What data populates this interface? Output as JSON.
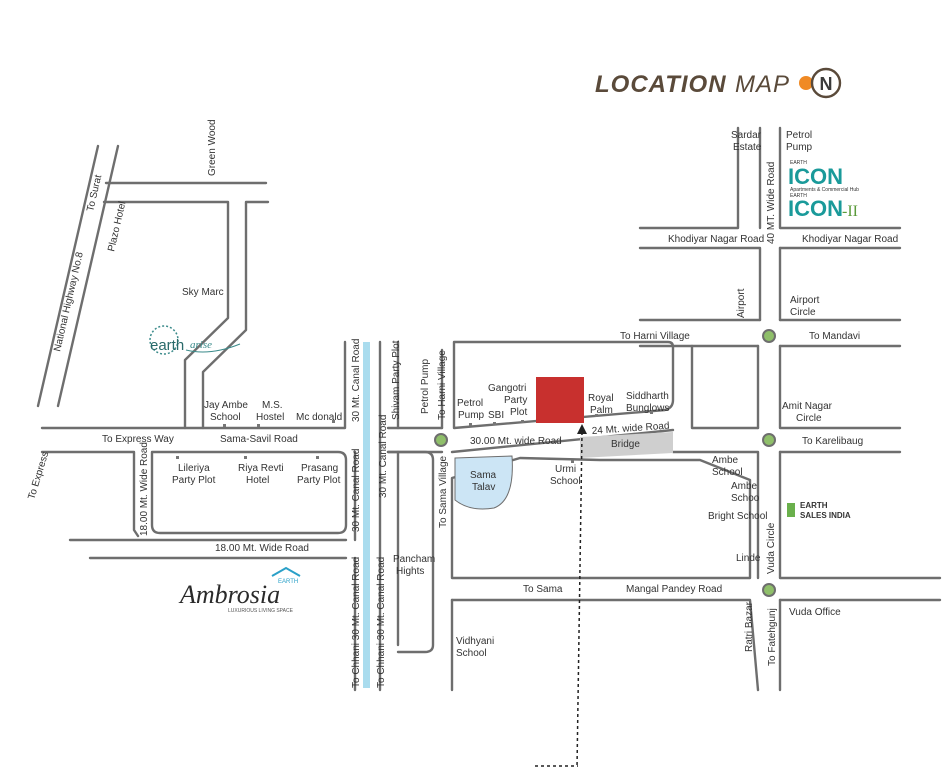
{
  "title": {
    "bold": "LOCATION",
    "light": "MAP",
    "north_letter": "N"
  },
  "colors": {
    "site": "#c8302e",
    "canal": "#aadcee",
    "bridge": "#cfcfcf",
    "lake": "#cce5f5",
    "road": "#6e6e6e",
    "earth_sales": "#6ab04c",
    "brand": "#1a9a9a"
  },
  "labels": {
    "to_surat": "To Surat",
    "nh8": "National Highway No.8",
    "plazo_hotel": "Plazo Hotel",
    "green_wood": "Green Wood",
    "sky_marc": "Sky Marc",
    "jay_ambe_school": [
      "Jay Ambe",
      "School"
    ],
    "ms_hostel": [
      "M.S.",
      "Hostel"
    ],
    "mc_donald": "Mc donald",
    "to_express_way": "To Express Way",
    "sama_savil_road": "Sama-Savil Road",
    "to_express": "To Express",
    "wide_18_vertical": "18.00 Mt. Wide Road",
    "wide_18_horizontal": "18.00 Mt. Wide Road",
    "lileriya": [
      "Lileriya",
      "Party Plot"
    ],
    "riya_revti": [
      "Riya Revti",
      "Hotel"
    ],
    "prasang": [
      "Prasang",
      "Party Plot"
    ],
    "canal_30_a": "30 Mt. Canal Road",
    "canal_30_b": "30 Mt. Canal Road",
    "canal_30_c": "30 Mt. Canal Road",
    "canal_30_d": "30 Mt. Canal Road",
    "to_chhani_a": "To Chhani 30 Mt. Canal Road",
    "to_chhani_b": "To Chhani 30 Mt. Canal Road",
    "shivam_party_plot": "Shivam Party Plot",
    "petrol_pump_v": "Petrol Pump",
    "to_harni_village_v": "To Harni Village",
    "petrol_pump_2": [
      "Petrol",
      "Pump"
    ],
    "sbi": "SBI",
    "gangotri": [
      "Gangotri",
      "Party",
      "Plot"
    ],
    "royal_palm": [
      "Royal",
      "Palm"
    ],
    "siddharth": [
      "Siddharth",
      "Bunglows"
    ],
    "road_30_wide": "30.00 Mt. wide Road",
    "road_24_wide": "24 Mt. wide Road",
    "bridge": "Bridge",
    "to_sama_village": "To Sama Village",
    "sama_talav": [
      "Sama",
      "Talav"
    ],
    "urmi_school": [
      "Urmi",
      "School"
    ],
    "pancham_hights": [
      "Pancham",
      "Hights"
    ],
    "to_sama": "To Sama",
    "mangal_pandey_road": "Mangal  Pandey Road",
    "vidhyani_school": [
      "Vidhyani",
      "School"
    ],
    "sardar_estate": [
      "Sardar",
      "Estate"
    ],
    "petrol_pump_3": [
      "Petrol",
      "Pump"
    ],
    "wide_40": "40 MT. Wide Road",
    "khodiyar_left": "Khodiyar Nagar Road",
    "khodiyar_right": "Khodiyar Nagar Road",
    "airport": "Airport",
    "airport_circle": [
      "Airport",
      "Circle"
    ],
    "to_harni_village": "To Harni Village",
    "to_mandavi": "To Mandavi",
    "amit_nagar_circle": [
      "Amit Nagar",
      "Circle"
    ],
    "to_karelibaug": "To Karelibaug",
    "ambe_school_1": [
      "Ambe",
      "School"
    ],
    "ambe_school_2": [
      "Ambe",
      "Schoo"
    ],
    "bright_school": "Bright School",
    "linde": "Linde",
    "vuda_circle": "Vuda Circle",
    "earth_sales": [
      "EARTH",
      "SALES INDIA"
    ],
    "ratri_bazar": "Ratri Bazar",
    "to_fatehgunj": "To  Fatehgunj",
    "vuda_office": "Vuda Office"
  },
  "logos": {
    "earth_icon": {
      "top": "EARTH",
      "name": "ICON",
      "sub": "Apartments & Commercial Hub"
    },
    "earth_icon2": {
      "top": "EARTH",
      "name": "ICON",
      "suffix": "-II"
    },
    "earth_arise": {
      "a": "earth",
      "b": "arise"
    },
    "earth_ambrosia": {
      "top": "EARTH",
      "name": "Ambrosia",
      "sub": "LUXURIOUS LIVING SPACE"
    }
  }
}
